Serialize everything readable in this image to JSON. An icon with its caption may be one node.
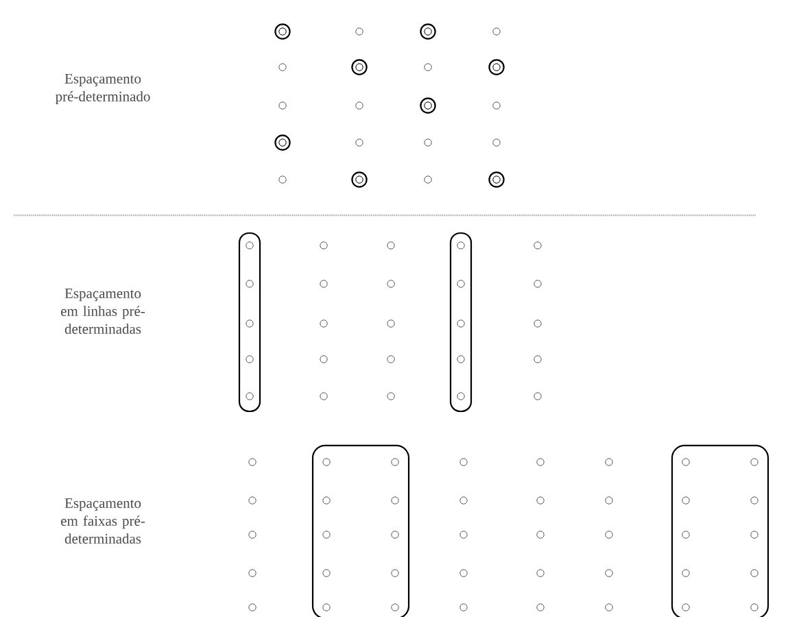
{
  "diagram": {
    "labels": [
      "Espaçamento pré-determinado",
      "Espaçamento em linhas pré-determinadas",
      "Espaçamento em faixas pré-determinadas"
    ]
  }
}
